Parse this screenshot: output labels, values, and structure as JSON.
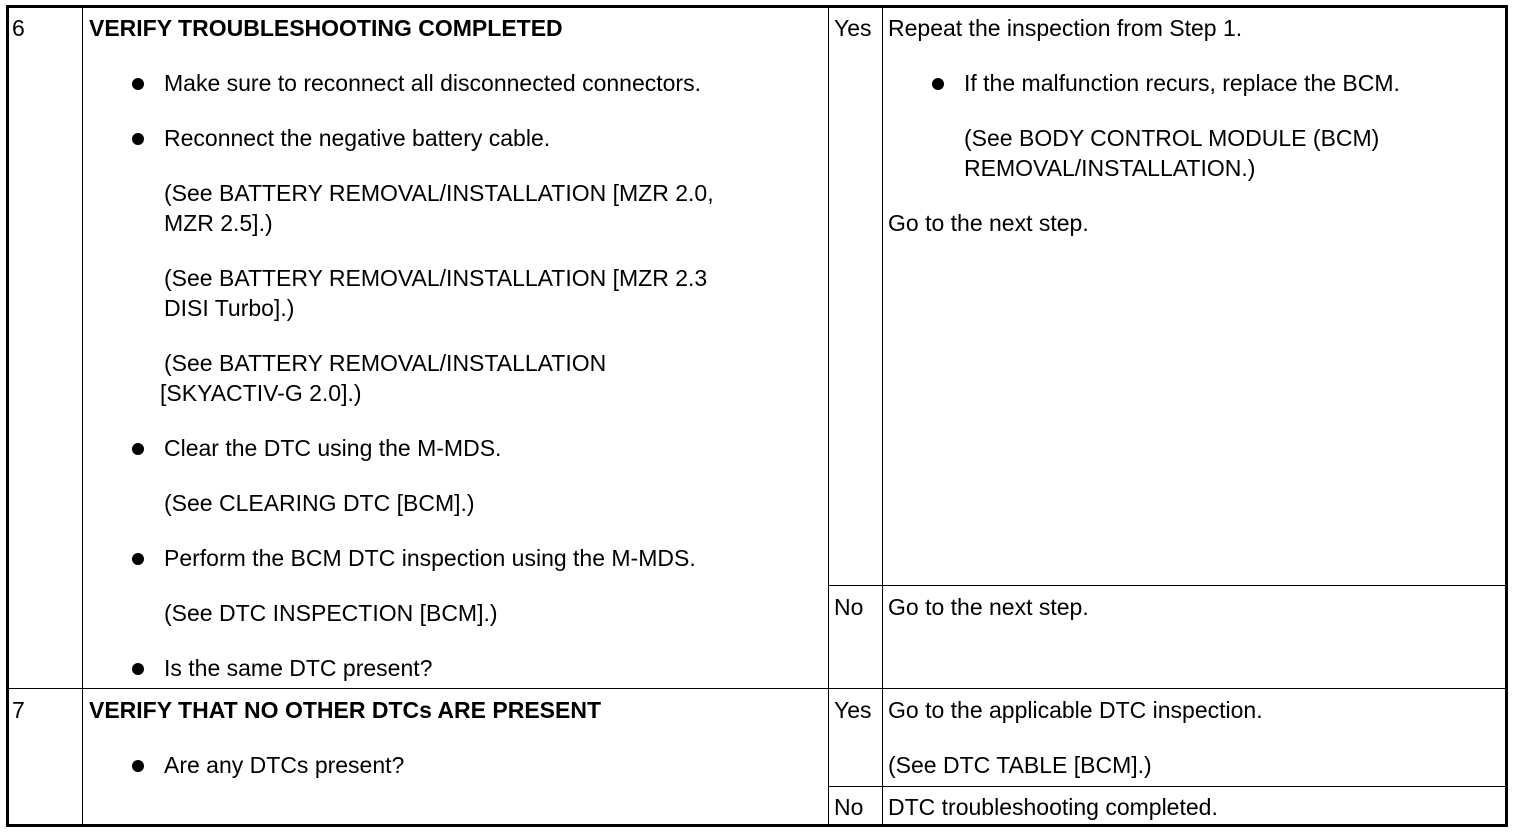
{
  "rows": [
    {
      "step": "6",
      "title": "VERIFY TROUBLESHOOTING COMPLETED",
      "actions": {
        "item1": "Make sure to reconnect all disconnected connectors.",
        "item2": "Reconnect the negative battery cable.",
        "ref1_line1": "(See BATTERY REMOVAL/INSTALLATION [MZR 2.0,",
        "ref1_line2": "MZR 2.5].)",
        "ref2_line1": "(See BATTERY REMOVAL/INSTALLATION [MZR 2.3",
        "ref2_line2": "DISI Turbo].)",
        "ref3_line1": "(See BATTERY REMOVAL/INSTALLATION",
        "ref3_line2": "[SKYACTIV-G 2.0].)",
        "item3": "Clear the DTC using the M-MDS.",
        "ref4": "(See CLEARING DTC [BCM].)",
        "item4": "Perform the BCM DTC inspection using the M-MDS.",
        "ref5": "(See DTC INSPECTION [BCM].)",
        "item5": "Is the same DTC present?"
      },
      "yes": {
        "label": "Yes",
        "line1": "Repeat the inspection from Step 1.",
        "bullet": "If the malfunction recurs, replace the BCM.",
        "ref_line1": "(See BODY CONTROL MODULE (BCM)",
        "ref_line2": "REMOVAL/INSTALLATION.)",
        "line2": "Go to the next step."
      },
      "no": {
        "label": "No",
        "line1": "Go to the next step."
      }
    },
    {
      "step": "7",
      "title": "VERIFY THAT NO OTHER DTCs ARE PRESENT",
      "actions": {
        "item1": "Are any DTCs present?"
      },
      "yes": {
        "label": "Yes",
        "line1": "Go to the applicable DTC inspection.",
        "line2": "(See DTC TABLE [BCM].)"
      },
      "no": {
        "label": "No",
        "line1": "DTC troubleshooting completed."
      }
    }
  ]
}
